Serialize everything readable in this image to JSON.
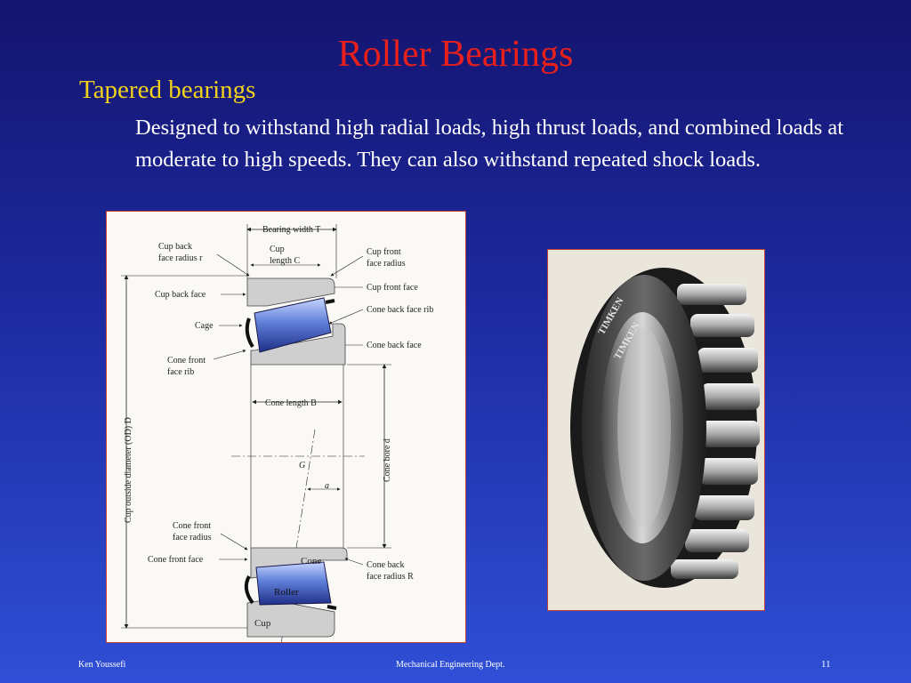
{
  "slide": {
    "title": "Roller Bearings",
    "subtitle": "Tapered bearings",
    "body": "Designed to withstand high radial loads, high thrust loads, and combined loads at moderate to high speeds. They can also withstand repeated shock loads."
  },
  "diagram": {
    "labels": {
      "bearing_width": "Bearing width T",
      "cup_back_face_radius_1": "Cup back",
      "cup_back_face_radius_2": "face radius r",
      "cup_length_1": "Cup",
      "cup_length_2": "length C",
      "cup_front_face_radius_1": "Cup front",
      "cup_front_face_radius_2": "face radius",
      "cup_back_face": "Cup back face",
      "cup_front_face": "Cup front face",
      "cone_back_face_rib": "Cone back face rib",
      "cage": "Cage",
      "cone_back_face": "Cone back face",
      "cone_front_face_rib_1": "Cone front",
      "cone_front_face_rib_2": "face rib",
      "cone_length": "Cone length B",
      "cup_outside_diameter": "Cup outside diameter (OD) D",
      "cone_bore": "Cone bore d",
      "g_point": "G",
      "a_offset": "a",
      "cone_front_face_radius_1": "Cone front",
      "cone_front_face_radius_2": "face radius",
      "cone_front_face": "Cone front face",
      "cone": "Cone",
      "roller": "Roller",
      "cup": "Cup",
      "cone_back_face_radius_1": "Cone back",
      "cone_back_face_radius_2": "face radius R"
    }
  },
  "photo": {
    "brand_1": "TIMKEN",
    "brand_2": "TIMKEN"
  },
  "footer": {
    "author": "Ken Youssefi",
    "department": "Mechanical Engineering Dept.",
    "page": "11"
  },
  "colors": {
    "title": "#e8201c",
    "subtitle": "#f3d21b",
    "body": "#ffffff",
    "background": "#1d2aa0",
    "roller": "#5f7fd8"
  }
}
